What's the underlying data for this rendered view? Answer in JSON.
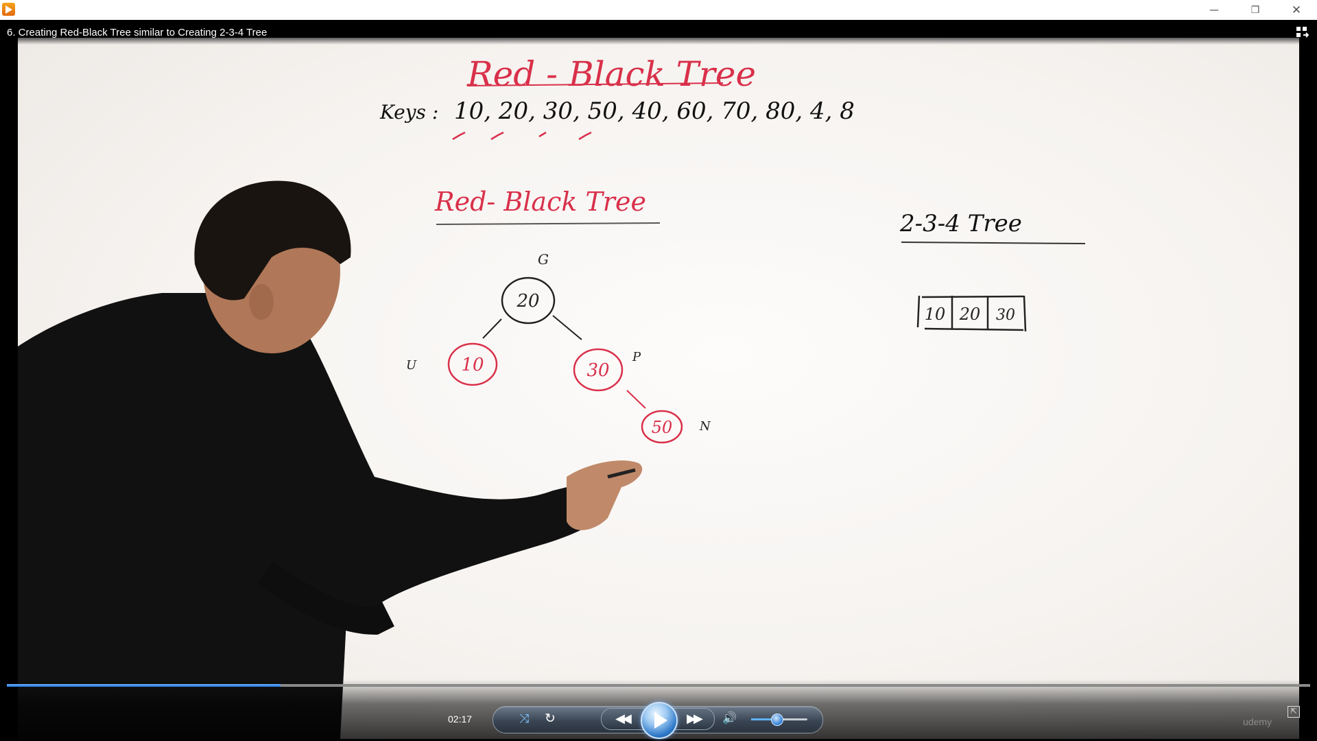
{
  "window": {
    "app_icon": "media-player-icon",
    "minimize_glyph": "─",
    "maximize_glyph": "❐",
    "close_glyph": "✕"
  },
  "video": {
    "title": "6. Creating Red-Black Tree similar to Creating 2-3-4 Tree",
    "board": {
      "heading": "Red - Black Tree",
      "keys_label": "Keys :",
      "keys": "10, 20, 30, 50, 40, 60, 70, 80, 4, 8",
      "subheading_left": "Red- Black Tree",
      "subheading_right": "2-3-4 Tree",
      "tree_nodes": {
        "root": "20",
        "left": "10",
        "right": "30",
        "right_child": "50"
      },
      "node_tags": {
        "root": "G",
        "left": "U",
        "right": "P",
        "right_child": "N"
      },
      "node_234": [
        "10",
        "20",
        "30"
      ]
    }
  },
  "player": {
    "time": "02:17",
    "progress": 0.21,
    "volume": 0.45,
    "shuffle_glyph": "⤨",
    "repeat_glyph": "↻",
    "prev_glyph": "◀◀",
    "next_glyph": "▶▶",
    "volume_glyph": "🔊",
    "compact_glyph": "⇱",
    "watermark": "udemy",
    "accent": "#3a8fe8"
  }
}
